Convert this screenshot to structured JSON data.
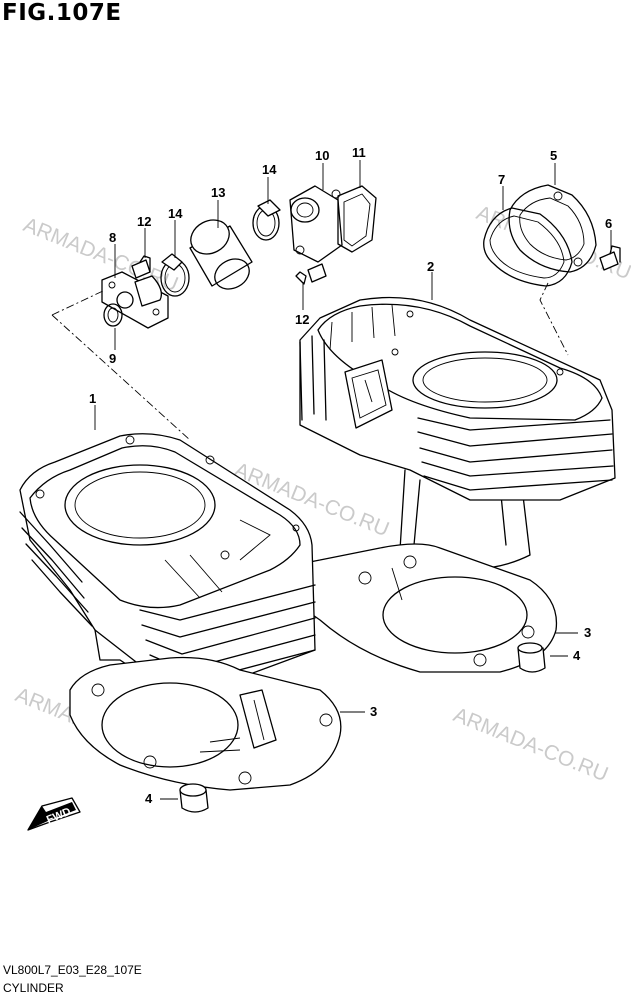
{
  "figure": {
    "title": "FIG.107E",
    "code": "VL800L7_E03_E28_107E",
    "name": "CYLINDER"
  },
  "watermark": "ARMADA-CO.RU",
  "direction_badge": "FWD",
  "callouts": {
    "c1": "1",
    "c2": "2",
    "c3a": "3",
    "c3b": "3",
    "c4a": "4",
    "c4b": "4",
    "c5": "5",
    "c6": "6",
    "c7": "7",
    "c8": "8",
    "c9": "9",
    "c10": "10",
    "c11": "11",
    "c12a": "12",
    "c12b": "12",
    "c13": "13",
    "c14a": "14",
    "c14b": "14"
  },
  "colors": {
    "line": "#000000",
    "watermark": "#b9b9b9",
    "background": "#ffffff"
  }
}
